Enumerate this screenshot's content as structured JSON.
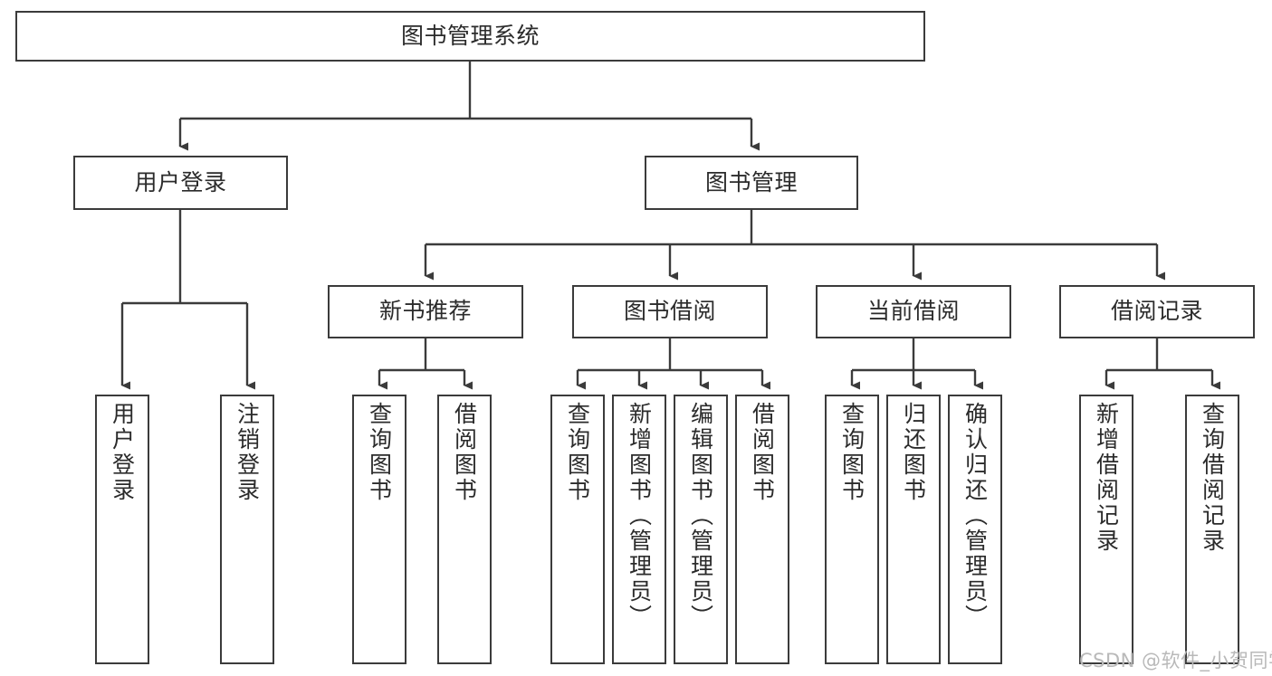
{
  "diagram": {
    "type": "hierarchy-tree",
    "title": "图书管理系统",
    "root": {
      "label": "图书管理系统"
    },
    "level2": [
      {
        "label": "用户登录"
      },
      {
        "label": "图书管理"
      }
    ],
    "level3": [
      {
        "label": "新书推荐"
      },
      {
        "label": "图书借阅"
      },
      {
        "label": "当前借阅"
      },
      {
        "label": "借阅记录"
      }
    ],
    "leaves": {
      "user_login": [
        {
          "label": "用户登录"
        },
        {
          "label": "注销登录"
        }
      ],
      "new_book_recommend": [
        {
          "label": "查询图书"
        },
        {
          "label": "借阅图书"
        }
      ],
      "book_borrow": [
        {
          "label": "查询图书"
        },
        {
          "label": "新增图书（管理员）"
        },
        {
          "label": "编辑图书（管理员）"
        },
        {
          "label": "借阅图书"
        }
      ],
      "current_borrow": [
        {
          "label": "查询图书"
        },
        {
          "label": "归还图书"
        },
        {
          "label": "确认归还（管理员）"
        }
      ],
      "borrow_record": [
        {
          "label": "新增借阅记录"
        },
        {
          "label": "查询借阅记录"
        }
      ]
    }
  },
  "watermark": {
    "text": "CSDN @软件_小贺同学"
  },
  "colors": {
    "border": "#3b3b3b",
    "text": "#2b2b2b",
    "background": "#ffffff",
    "watermark": "#b9b9b9"
  }
}
